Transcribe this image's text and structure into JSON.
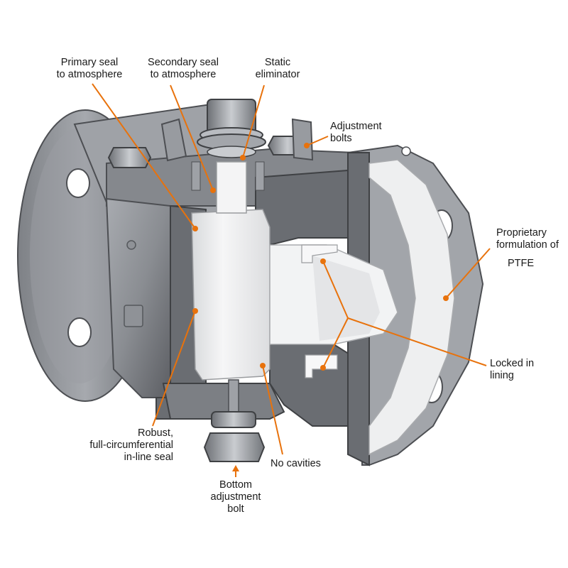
{
  "colors": {
    "leader": "#e8720c",
    "metal_dark": "#5f6166",
    "metal_mid": "#8d9096",
    "metal_light": "#b9bcc1",
    "ptfe": "#eeeff0"
  },
  "labels": {
    "primary_seal": [
      "Primary seal",
      "to atmosphere"
    ],
    "secondary_seal": [
      "Secondary seal",
      "to atmosphere"
    ],
    "static_eliminator": [
      "Static",
      "eliminator"
    ],
    "adjustment_bolts": [
      "Adjustment",
      "bolts"
    ],
    "ptfe": [
      "Proprietary",
      "formulation of",
      "PTFE"
    ],
    "locked_lining": [
      "Locked in",
      "lining"
    ],
    "robust_seal": [
      "Robust,",
      "full-circumferential",
      "in-line seal"
    ],
    "no_cavities": [
      "No cavities"
    ],
    "bottom_bolt": [
      "Bottom",
      "adjustment",
      "bolt"
    ]
  }
}
